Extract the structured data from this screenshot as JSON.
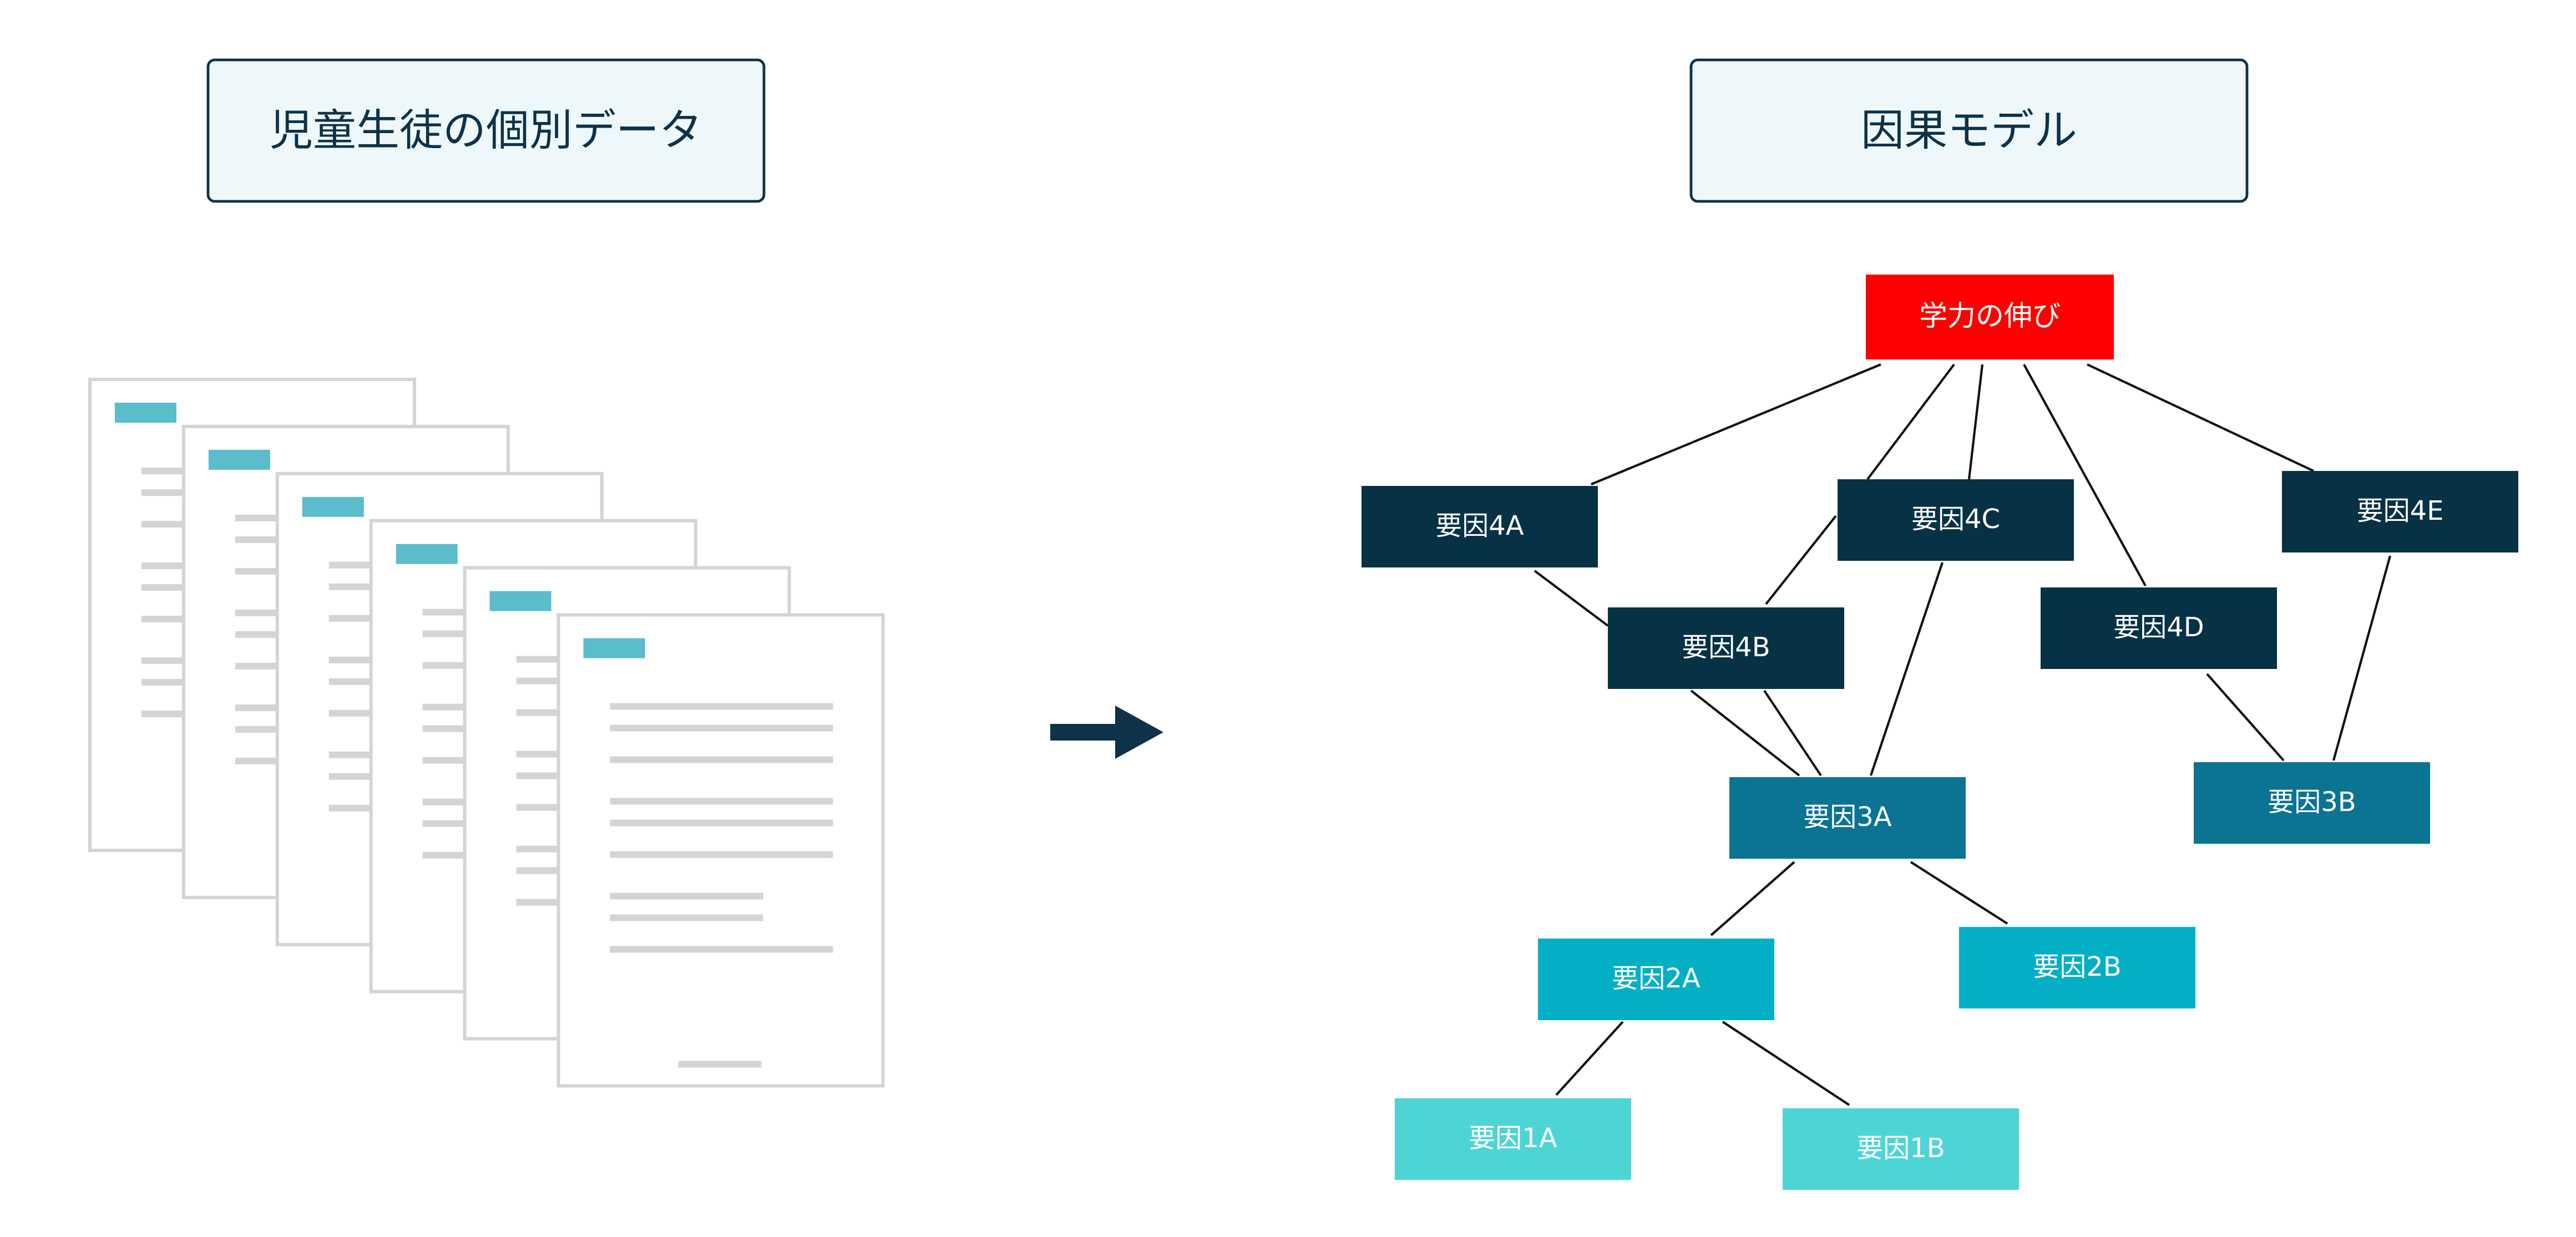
{
  "headers": {
    "left": "児童生徒の個別データ",
    "right": "因果モデル"
  },
  "nodes": {
    "outcome": "学力の伸び",
    "f4a": "要因4A",
    "f4b": "要因4B",
    "f4c": "要因4C",
    "f4d": "要因4D",
    "f4e": "要因4E",
    "f3a": "要因3A",
    "f3b": "要因3B",
    "f2a": "要因2A",
    "f2b": "要因2B",
    "f1a": "要因1A",
    "f1b": "要因1B"
  },
  "colors": {
    "header_bg": "#eef8fa",
    "header_border": "#0d3249",
    "outcome": "#ff0000",
    "level4": "#073145",
    "level3": "#0a7492",
    "level2": "#03afc5",
    "level1": "#4dd5d6",
    "edge": "#111111",
    "document_border": "#d4d4d4",
    "document_line": "#d4d4d4",
    "document_tag": "#5bbccb",
    "arrow": "#0d3249"
  },
  "icons": {
    "documents": "document-stack-icon",
    "arrow": "right-arrow-icon"
  }
}
